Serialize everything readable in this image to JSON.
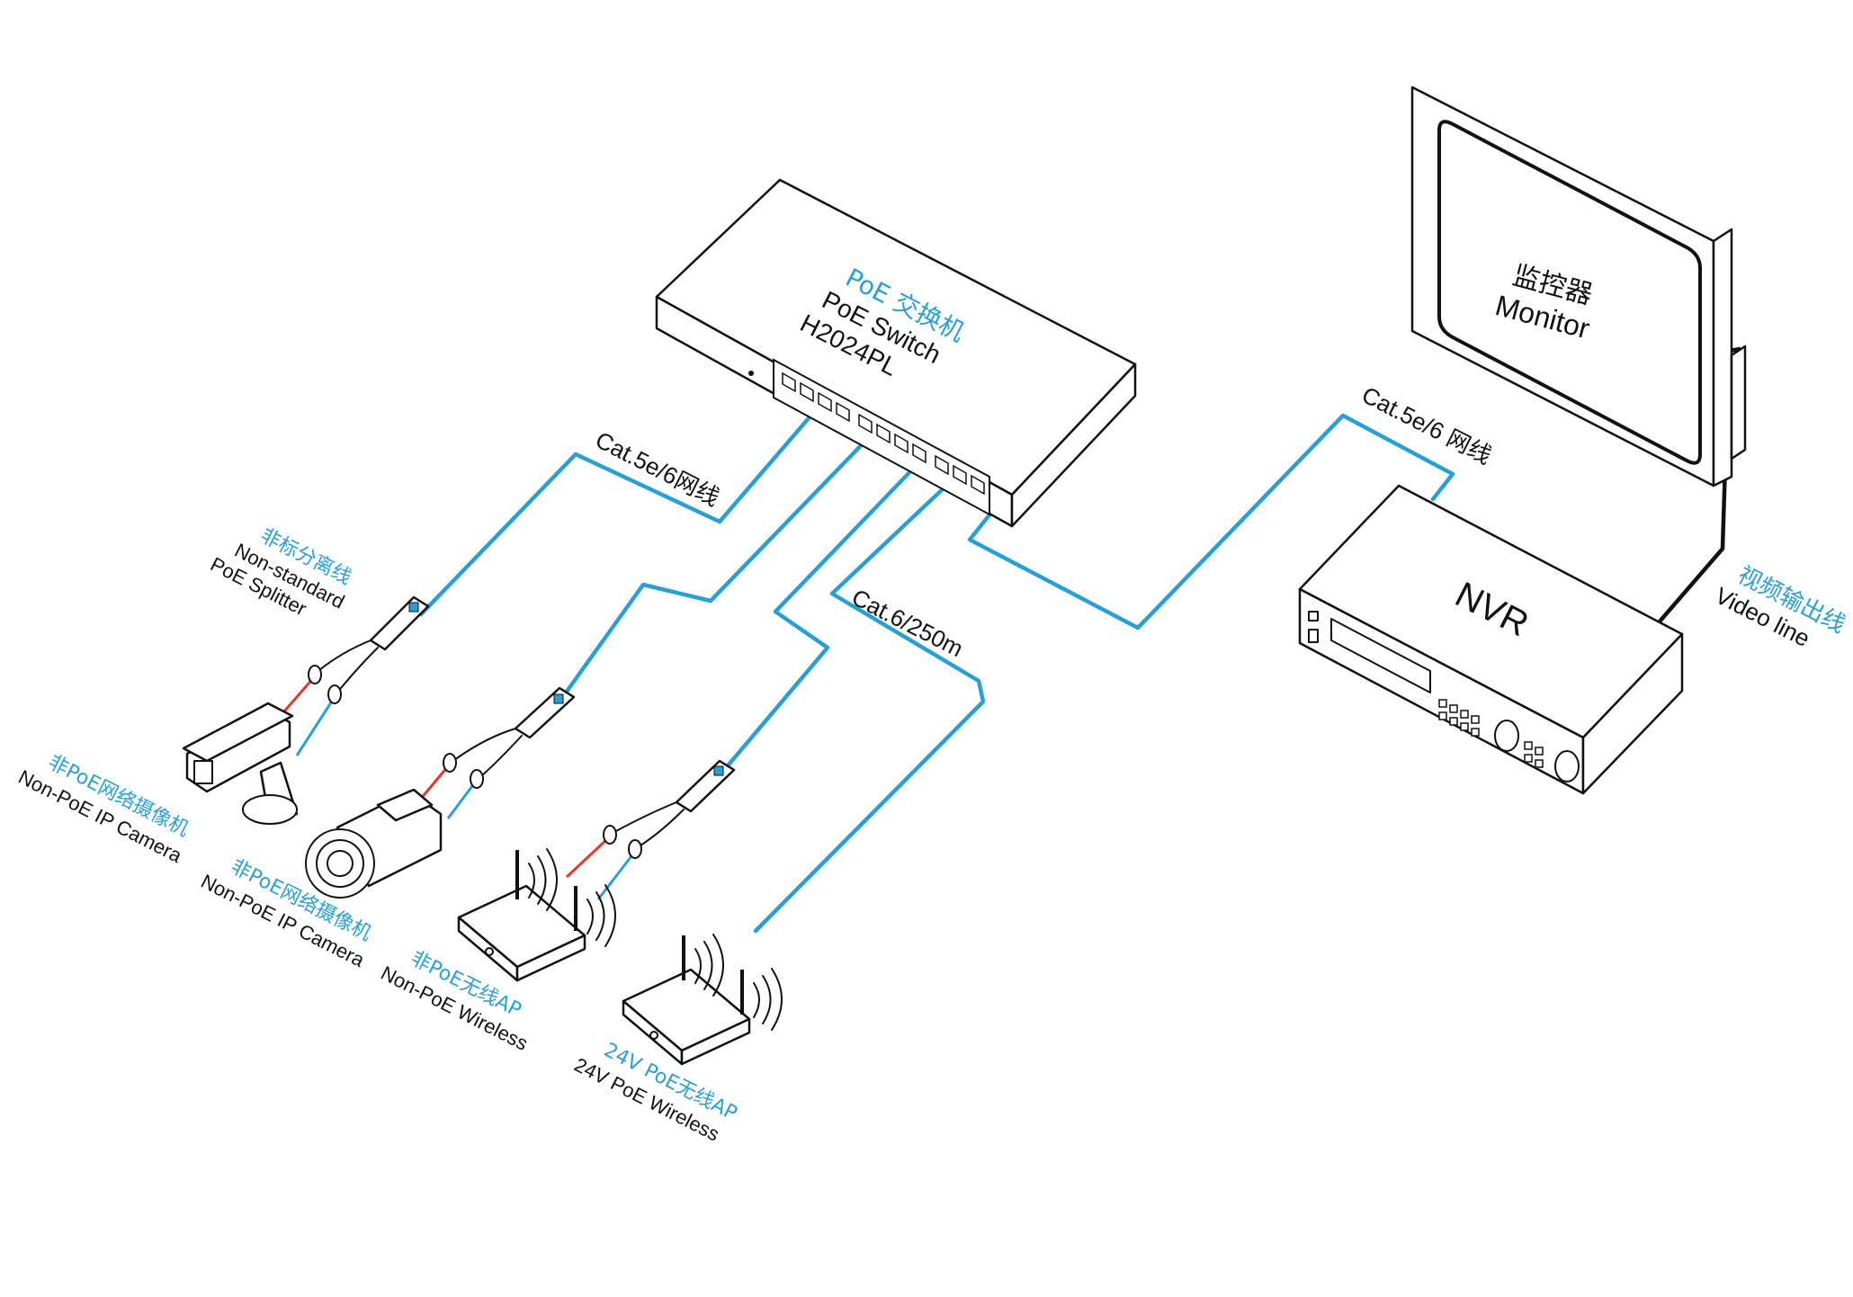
{
  "colors": {
    "cable_blue": "#2a9fd6",
    "label_blue": "#2a9fd6",
    "text_black": "#111111",
    "power_red": "#e23a2a",
    "line_black": "#111111"
  },
  "switch": {
    "label_cn": "PoE 交换机",
    "label_en": "PoE  Switch",
    "model": "H2024PL"
  },
  "monitor": {
    "label_cn": "监控器",
    "label_en": "Monitor"
  },
  "nvr": {
    "label": "NVR"
  },
  "cables": {
    "left_label": "Cat.5e/6网线",
    "right_label": "Cat.5e/6 网线",
    "long_label": "Cat.6/250m",
    "video_cn": "视频输出线",
    "video_en": "Video line"
  },
  "splitter": {
    "label_cn": "非标分离线",
    "label_en_1": "Non-standard",
    "label_en_2": "PoE Splitter"
  },
  "devices": [
    {
      "label_cn": "非PoE网络摄像机",
      "label_en": "Non-PoE IP Camera",
      "icon": "bullet-camera-icon"
    },
    {
      "label_cn": "非PoE网络摄像机",
      "label_en": "Non-PoE IP Camera",
      "icon": "dome-camera-icon"
    },
    {
      "label_cn": "非PoE无线AP",
      "label_en": "Non-PoE   Wireless",
      "icon": "wireless-ap-icon"
    },
    {
      "label_cn": "24V PoE无线AP",
      "label_en": "24V PoE Wireless",
      "icon": "wireless-ap-icon"
    }
  ]
}
